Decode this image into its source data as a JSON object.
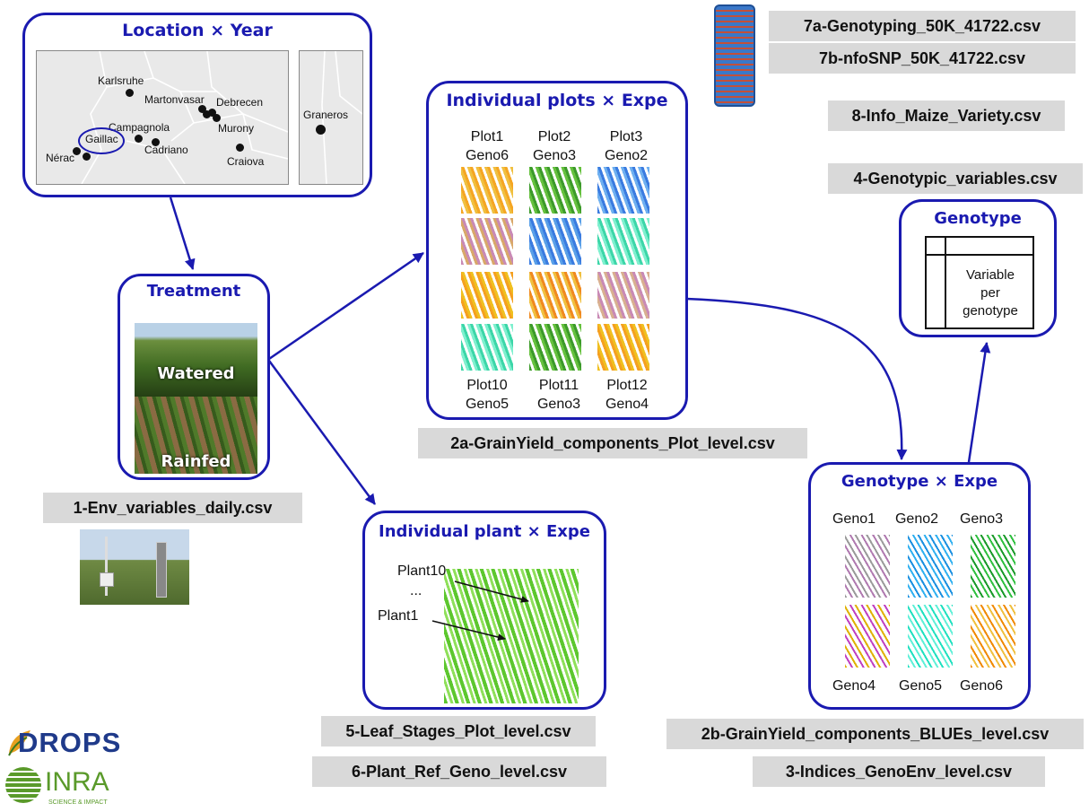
{
  "location": {
    "title": "Location × Year",
    "cities": [
      "Karlsruhe",
      "Martonvasar",
      "Debrecen",
      "Murony",
      "Campagnola",
      "Gaillac",
      "Cadriano",
      "Nérac",
      "Craiova"
    ],
    "secondary_city": "Graneros"
  },
  "treatment": {
    "title": "Treatment",
    "watered": "Watered",
    "rainfed": "Rainfed"
  },
  "plots": {
    "title": "Individual plots × Expe",
    "top_labels": [
      "Plot1\nGeno6",
      "Plot2\nGeno3",
      "Plot3\nGeno2"
    ],
    "bottom_labels": [
      "Plot10\nGeno5",
      "Plot11\nGeno3",
      "Plot12\nGeno4"
    ]
  },
  "plant": {
    "title": "Individual plant × Expe",
    "label_top": "Plant10",
    "label_dots": "...",
    "label_bottom": "Plant1"
  },
  "genotype": {
    "title": "Genotype",
    "cell_text": "Variable\nper\ngenotype"
  },
  "genoexpe": {
    "title": "Genotype × Expe",
    "top_labels": [
      "Geno1",
      "Geno2",
      "Geno3"
    ],
    "bottom_labels": [
      "Geno4",
      "Geno5",
      "Geno6"
    ]
  },
  "files": {
    "f7a": "7a-Genotyping_50K_41722.csv",
    "f7b": "7b-nfoSNP_50K_41722.csv",
    "f8": "8-Info_Maize_Variety.csv",
    "f4": "4-Genotypic_variables.csv",
    "f2a": "2a-GrainYield_components_Plot_level.csv",
    "f1": "1-Env_variables_daily.csv",
    "f5": "5-Leaf_Stages_Plot_level.csv",
    "f6": "6-Plant_Ref_Geno_level.csv",
    "f2b": "2b-GrainYield_components_BLUEs_level.csv",
    "f3": "3-Indices_GenoEnv_level.csv"
  },
  "logos": {
    "drops": "DROPS",
    "inra": "INRA",
    "inra_tagline": "SCIENCE & IMPACT"
  },
  "colors": {
    "accent": "#1a1ab0",
    "file_bg": "#d9d9d9"
  }
}
